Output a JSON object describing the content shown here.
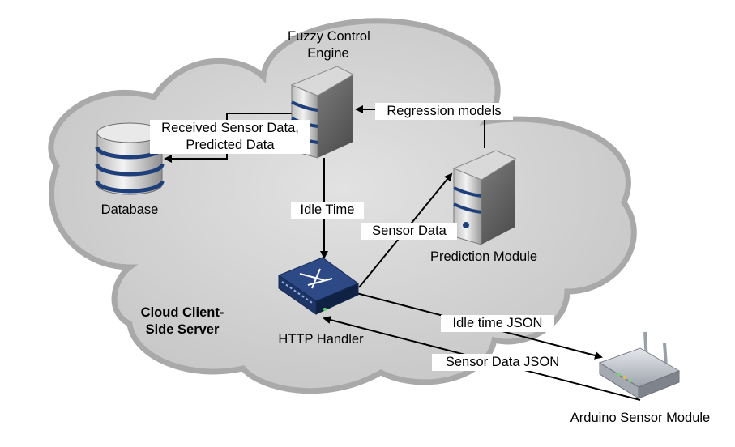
{
  "nodes": {
    "fuzzy_engine": {
      "line1": "Fuzzy Control",
      "line2": "Engine"
    },
    "database": "Database",
    "prediction_module": "Prediction Module",
    "http_handler": "HTTP Handler",
    "cloud_server": {
      "line1": "Cloud Client-",
      "line2": "Side Server"
    },
    "arduino_module": "Arduino Sensor Module"
  },
  "edges": {
    "received_data": {
      "line1": "Received Sensor Data,",
      "line2": "Predicted Data"
    },
    "regression_models": "Regression models",
    "idle_time": "Idle Time",
    "sensor_data": "Sensor Data",
    "idle_time_json": "Idle time JSON",
    "sensor_data_json": "Sensor Data JSON"
  },
  "colors": {
    "cloud_fill": "#d6d6d6",
    "cloud_outline": "#a9a9a9",
    "server_band": "#1f3f7a",
    "server_body": "#dcdcdc",
    "switch_body": "#1f3566",
    "router_body": "#c9ccd3",
    "arrow": "#000000"
  },
  "icons": [
    "cloud-icon",
    "server-icon",
    "database-icon",
    "network-switch-icon",
    "wifi-router-icon"
  ]
}
